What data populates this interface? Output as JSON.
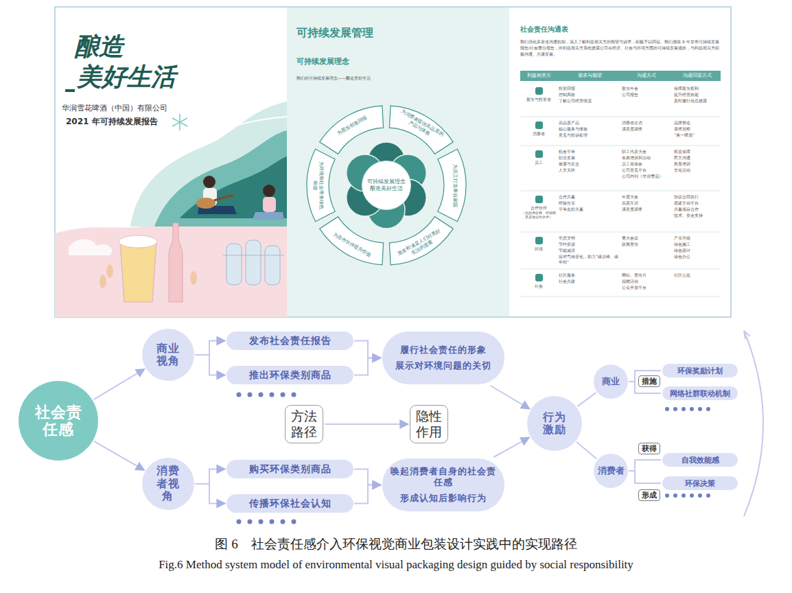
{
  "diagram": {
    "caption": "图 6　社会责任感介入环保视觉商业包装设计实践中的实现路径",
    "nodes": [
      {
        "text": [
          "可持续发展理念",
          "酿造美好生活"
        ]
      },
      {
        "text": [
          "社会责任感"
        ]
      },
      {
        "text": [
          "商业视角"
        ]
      },
      {
        "text": [
          "发布社会责任报告"
        ]
      },
      {
        "text": [
          "推出环保类别商品"
        ]
      },
      {
        "text": [
          "消费者视角"
        ]
      },
      {
        "text": [
          "购买环保类别商品"
        ]
      },
      {
        "text": [
          "传播环保社会认知"
        ]
      },
      {
        "text": [
          "方法路径"
        ]
      },
      {
        "text": [
          "隐性作用"
        ]
      },
      {
        "text": [
          "履行社会责任的形象",
          "展示对环境问题的关切"
        ]
      },
      {
        "text": [
          "唤起消费者自身的社会责任感",
          "形成认知后影响行为"
        ]
      },
      {
        "text": [
          "行为激励"
        ]
      },
      {
        "text": [
          "商业"
        ]
      },
      {
        "text": [
          "措施"
        ]
      },
      {
        "text": [
          "环保奖励计划"
        ]
      },
      {
        "text": [
          "网络社群联动机制"
        ]
      },
      {
        "text": [
          "消费者"
        ]
      },
      {
        "text": [
          "获得"
        ]
      },
      {
        "text": [
          "自我效能感"
        ]
      },
      {
        "text": [
          "环保决策"
        ]
      },
      {
        "text": [
          "形成"
        ]
      }
    ],
    "edges": [
      {
        "from": 1,
        "to": 2,
        "arrow": "to"
      },
      {
        "from": 1,
        "to": 5,
        "arrow": "to"
      },
      {
        "from": 2,
        "to": 3,
        "arrow": "to"
      },
      {
        "from": 2,
        "to": 4,
        "arrow": "to"
      },
      {
        "from": 5,
        "to": 6,
        "arrow": "to"
      },
      {
        "from": 5,
        "to": 7,
        "arrow": "to"
      },
      {
        "from": 3,
        "to": 10,
        "arrow": "to"
      },
      {
        "from": 4,
        "to": 10,
        "arrow": "to"
      },
      {
        "from": 6,
        "to": 11,
        "arrow": "to"
      },
      {
        "from": 7,
        "to": 11,
        "arrow": "to"
      },
      {
        "from": 8,
        "to": 9,
        "arrow": "to"
      },
      {
        "from": 10,
        "to": 12,
        "arrow": "to"
      },
      {
        "from": 11,
        "to": 12,
        "arrow": "to"
      },
      {
        "from": 12,
        "to": 13,
        "arrow": "none"
      },
      {
        "from": 12,
        "to": 17,
        "arrow": "none"
      },
      {
        "from": 13,
        "to": 15,
        "arrow": "none"
      },
      {
        "from": 13,
        "to": 16,
        "arrow": "none"
      },
      {
        "from": 17,
        "to": 19,
        "arrow": "none"
      },
      {
        "from": 17,
        "to": 20,
        "arrow": "none"
      }
    ],
    "labels": [
      "酿造",
      "美好生活",
      "华润雪花啤酒（中国）有限公司",
      "2021 年可持续发展报告",
      "可持续发展管理",
      "可持续发展理念",
      "我们的可持续发展理念——酿造美好生活",
      "为股东创造回报",
      "为消费者提供高品质的产品与体验",
      "为员工打造事业家园",
      "激发和满足人们对美好生活的需要",
      "为合作伙伴提升价值",
      "为环境和社会带来绿色和谐",
      "社会责任沟通表",
      "我们强化多渠道沟通机制，深入了解利益相关方的期望与诉求，积极予以回应。我们连续 9 年发布可持续发展报告/社会责任报告，向利益相关方系统披露公司在经济、社会与环境方面的可持续发展成效，与利益相关方积极沟通、共谋发展。",
      "利益相关方",
      "需求与期望",
      "沟通方式",
      "沟通回应方式",
      "股东与投资者",
      "投资回报",
      "控制风险",
      "了解公司经营情况",
      "股东年会",
      "公司报告",
      "保障股东权利",
      "提升经营效能",
      "及时履行信息披露",
      "消费者",
      "高品质产品",
      "贴心服务与体验",
      "意见与投诉处理",
      "消费者走访",
      "满意度调查",
      "品牌塑造",
      "需求洞察",
      "“第一啤酒”",
      "员工",
      "机会平等",
      "职业发展",
      "健康与安全",
      "人文关怀",
      "职工代表大会",
      "各类培训和活动",
      "员工座谈会",
      "公司意见平台",
      "公司内刊《华润雪花》",
      "权益保障",
      "民主沟通",
      "教育培训",
      "文化活动",
      "合作伙伴",
      "（包括供应商、经销商及其他合作伙伴）",
      "合作共赢",
      "经验分享",
      "平等友好共赢",
      "年度大会",
      "高层互访",
      "满意度调查",
      "协议合同执行",
      "搭建互动平台",
      "共赢项目合作",
      "技术、资金支持",
      "环境",
      "生态文明",
      "节约资源",
      "节能减排",
      "应对气候变化，助力“碳达峰、碳中和”",
      "重大会议",
      "政策宣传",
      "产业升级",
      "绿色施工",
      "绿色设计",
      "绿色办公",
      "社会",
      "社区服务",
      "社会共建",
      "网站、宣传片",
      "捐赠活动",
      "公众开放平台",
      "社区公益",
      "Fig.6 Method system model of environmental visual packaging design guided by social responsibility"
    ]
  }
}
